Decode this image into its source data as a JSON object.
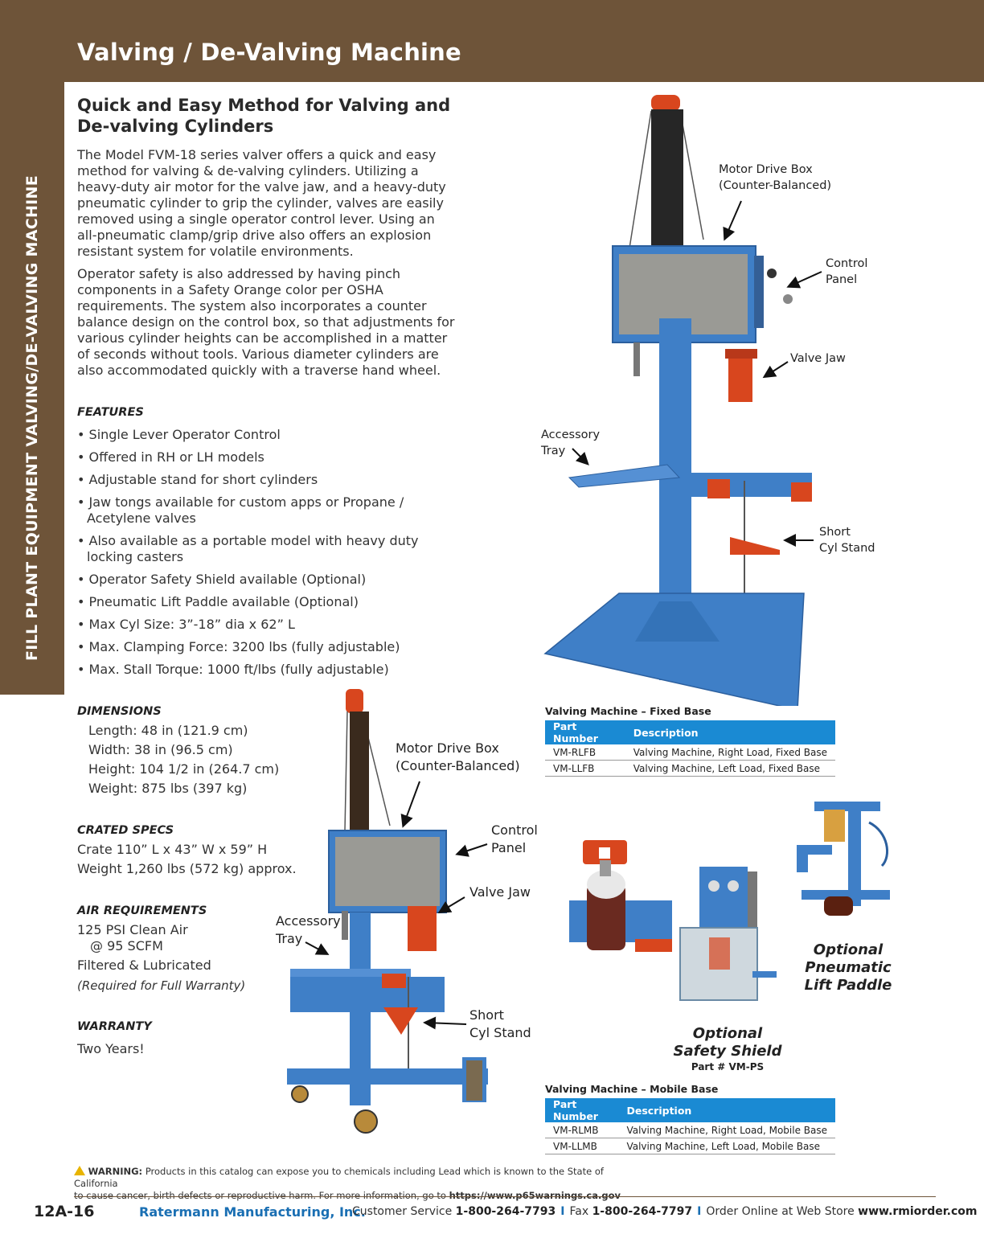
{
  "header": {
    "title": "Valving / De-Valving Machine"
  },
  "side_tab": {
    "text": "FILL PLANT EQUIPMENT  VALVING/DE-VALVING MACHINE"
  },
  "intro": {
    "heading": "Quick and Easy Method for Valving and De-valving Cylinders",
    "paragraph1": "The Model FVM-18 series valver offers a quick and easy method for valving & de-valving cylinders. Utilizing a heavy-duty air motor for the valve jaw, and a heavy-duty pneumatic cylinder to grip the cylinder, valves are easily removed using a single operator control lever. Using an all-pneumatic clamp/grip drive also offers an explosion resistant system for volatile environments.",
    "paragraph2": "Operator safety is also addressed by having pinch components in a Safety Orange color per OSHA requirements. The system also incorporates a counter balance design on the control box, so that adjustments for various cylinder heights can be accomplished in a matter of seconds without tools. Various diameter cylinders are also accommodated quickly with a traverse hand wheel."
  },
  "features": {
    "heading": "FEATURES",
    "items": [
      "Single Lever Operator Control",
      "Offered in RH or LH models",
      "Adjustable stand for short cylinders",
      "Jaw tongs available for custom apps or Propane / Acetylene valves",
      "Also available as a portable model with heavy duty locking casters",
      "Operator Safety Shield available (Optional)",
      "Pneumatic Lift Paddle available (Optional)",
      "Max Cyl Size: 3”-18” dia x 62” L",
      "Max. Clamping Force: 3200 lbs (fully adjustable)",
      "Max. Stall Torque: 1000 ft/lbs (fully adjustable)"
    ]
  },
  "dimensions": {
    "heading": "DIMENSIONS",
    "length": "Length: 48 in (121.9 cm)",
    "width": "Width: 38 in (96.5 cm)",
    "height": "Height: 104 1/2 in (264.7 cm)",
    "weight": "Weight: 875 lbs (397 kg)"
  },
  "crated": {
    "heading": "CRATED SPECS",
    "line1": "Crate 110” L x 43” W x 59” H",
    "line2": "Weight 1,260 lbs (572 kg) approx."
  },
  "air": {
    "heading": "AIR REQUIREMENTS",
    "line1": "125 PSI Clean Air",
    "line2": "@ 95 SCFM",
    "line3": "Filtered & Lubricated",
    "line4": "(Required for Full Warranty)"
  },
  "warranty": {
    "heading": "WARRANTY",
    "text": "Two Years!"
  },
  "callouts_fixed": {
    "motor_line1": "Motor Drive Box",
    "motor_line2": "(Counter-Balanced)",
    "control_line1": "Control",
    "control_line2": "Panel",
    "valve_jaw": "Valve Jaw",
    "tray_line1": "Accessory",
    "tray_line2": "Tray",
    "stand_line1": "Short",
    "stand_line2": "Cyl Stand"
  },
  "callouts_mobile": {
    "motor_line1": "Motor Drive Box",
    "motor_line2": "(Counter-Balanced)",
    "control_line1": "Control",
    "control_line2": "Panel",
    "valve_jaw": "Valve Jaw",
    "tray_line1": "Accessory",
    "tray_line2": "Tray",
    "stand_line1": "Short",
    "stand_line2": "Cyl Stand"
  },
  "table_fixed": {
    "title": "Valving Machine – Fixed Base",
    "col1": "Part Number",
    "col2": "Description",
    "rows": [
      {
        "part": "VM-RLFB",
        "desc": "Valving Machine, Right Load, Fixed Base"
      },
      {
        "part": "VM-LLFB",
        "desc": "Valving Machine, Left Load, Fixed Base"
      }
    ]
  },
  "table_mobile": {
    "title": "Valving Machine – Mobile Base",
    "col1": "Part Number",
    "col2": "Description",
    "rows": [
      {
        "part": "VM-RLMB",
        "desc": "Valving Machine, Right Load, Mobile Base"
      },
      {
        "part": "VM-LLMB",
        "desc": "Valving Machine, Left Load, Mobile Base"
      }
    ]
  },
  "optional_paddle": {
    "line1": "Optional",
    "line2": "Pneumatic",
    "line3": "Lift Paddle"
  },
  "optional_shield": {
    "line1": "Optional",
    "line2": "Safety Shield",
    "part": "Part # VM-PS"
  },
  "warning": {
    "label": "WARNING:",
    "text1": "Products in this catalog can expose you to chemicals including Lead which is known to the State of California",
    "text2": "to cause cancer, birth defects or reproductive harm. For more information, go to",
    "url": "https://www.p65warnings.ca.gov"
  },
  "footer": {
    "page": "12A-16",
    "company": "Ratermann Manufacturing, Inc.",
    "cs_label": "Customer Service",
    "cs_phone": "1-800-264-7793",
    "fax_label": "Fax",
    "fax_phone": "1-800-264-7797",
    "order_label": "Order Online at Web Store",
    "website": "www.rmiorder.com"
  },
  "colors": {
    "brown": "#6e5439",
    "blue_header": "#1a8ad3",
    "machine_blue": "#3f7fc7",
    "safety_orange": "#d8461e",
    "link_blue": "#1a6fb3"
  }
}
